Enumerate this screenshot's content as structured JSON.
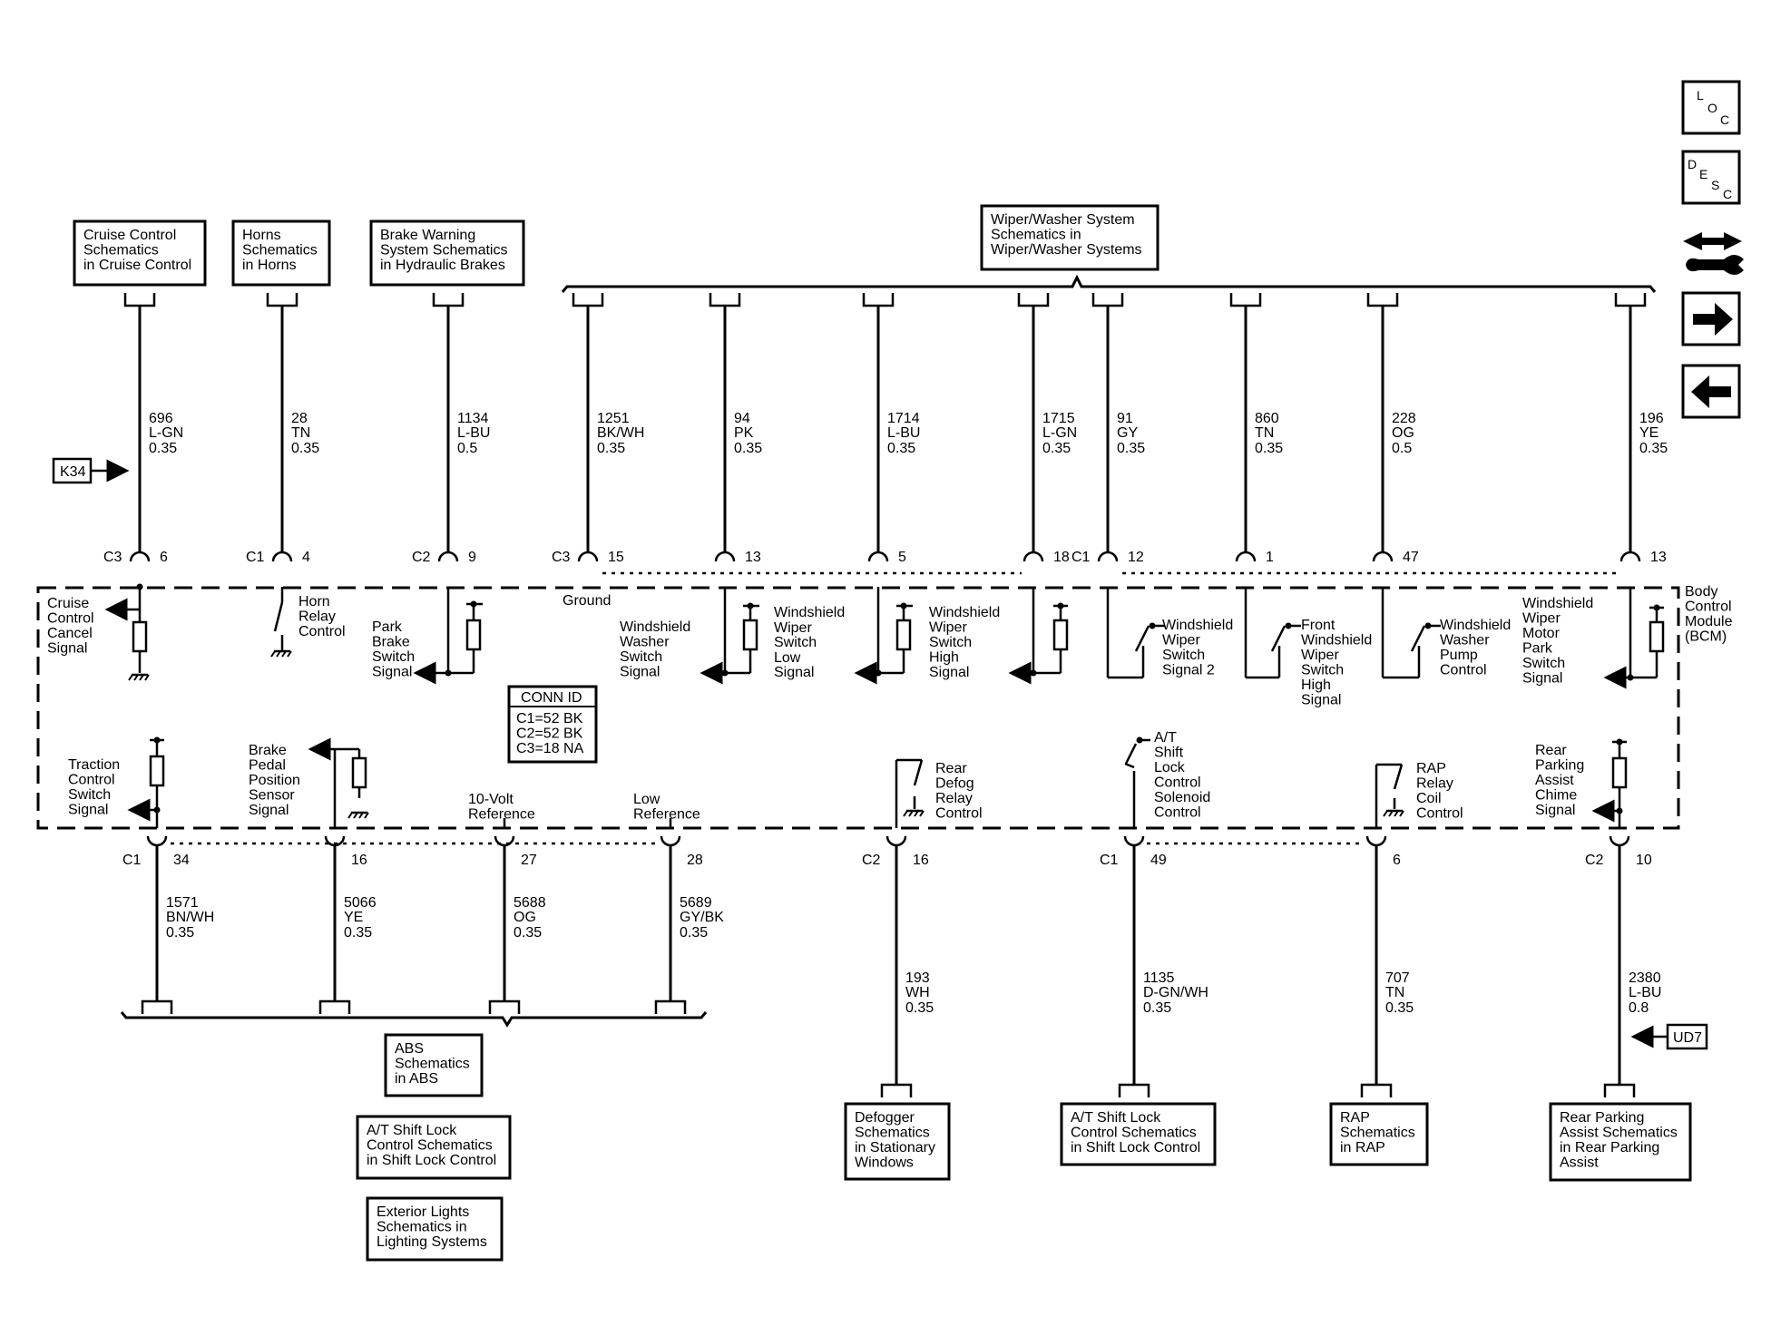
{
  "nav": {
    "loc_label": [
      "L",
      "O",
      "C"
    ],
    "desc_label": [
      "D",
      "E",
      "S",
      "C"
    ],
    "icons": [
      "loc-icon",
      "desc-icon",
      "tool-icon",
      "arrow-right-icon",
      "arrow-left-icon"
    ]
  },
  "refs": {
    "cruise": [
      "Cruise Control",
      "Schematics",
      "in Cruise Control"
    ],
    "horns": [
      "Horns",
      "Schematics",
      "in Horns"
    ],
    "brake": [
      "Brake Warning",
      "System Schematics",
      "in Hydraulic Brakes"
    ],
    "wiper": [
      "Wiper/Washer System",
      "Schematics in",
      "Wiper/Washer Systems"
    ],
    "abs": [
      "ABS",
      "Schematics",
      "in ABS"
    ],
    "shiftlock_left": [
      "A/T Shift Lock",
      "Control Schematics",
      "in Shift Lock Control"
    ],
    "exterior": [
      "Exterior Lights",
      "Schematics in",
      "Lighting Systems"
    ],
    "defogger": [
      "Defogger",
      "Schematics",
      "in Stationary",
      "Windows"
    ],
    "shiftlock": [
      "A/T Shift Lock",
      "Control Schematics",
      "in Shift Lock Control"
    ],
    "rap": [
      "RAP",
      "Schematics",
      "in RAP"
    ],
    "rpa": [
      "Rear Parking",
      "Assist Schematics",
      "in Rear Parking",
      "Assist"
    ]
  },
  "options": {
    "k34": "K34",
    "ud7": "UD7"
  },
  "module": [
    "Body",
    "Control",
    "Module",
    "(BCM)"
  ],
  "conn_id": {
    "title": "CONN ID",
    "lines": [
      "C1=52 BK",
      "C2=52 BK",
      "C3=18 NA"
    ]
  },
  "top_wires": [
    {
      "circuit": "696",
      "color": "L-GN",
      "gauge": "0.35",
      "conn": "C3",
      "pin": "6",
      "label": [
        "Cruise",
        "Control",
        "Cancel",
        "Signal"
      ]
    },
    {
      "circuit": "28",
      "color": "TN",
      "gauge": "0.35",
      "conn": "C1",
      "pin": "4",
      "label": [
        "Horn",
        "Relay",
        "Control"
      ]
    },
    {
      "circuit": "1134",
      "color": "L-BU",
      "gauge": "0.5",
      "conn": "C2",
      "pin": "9",
      "label": [
        "Park",
        "Brake",
        "Switch",
        "Signal"
      ]
    },
    {
      "circuit": "1251",
      "color": "BK/WH",
      "gauge": "0.35",
      "conn": "C3",
      "pin": "15",
      "label": [
        "Ground"
      ]
    },
    {
      "circuit": "94",
      "color": "PK",
      "gauge": "0.35",
      "conn": "",
      "pin": "13",
      "label": [
        "Windshield",
        "Washer",
        "Switch",
        "Signal"
      ]
    },
    {
      "circuit": "1714",
      "color": "L-BU",
      "gauge": "0.35",
      "conn": "",
      "pin": "5",
      "label": [
        "Windshield",
        "Wiper",
        "Switch Low",
        "Signal"
      ]
    },
    {
      "circuit": "1715",
      "color": "L-GN",
      "gauge": "0.35",
      "conn": "",
      "pin": "18",
      "label": [
        "Windshield",
        "Wiper",
        "Switch",
        "High",
        "Signal"
      ]
    },
    {
      "circuit": "91",
      "color": "GY",
      "gauge": "0.35",
      "conn": "C1",
      "pin": "12",
      "label": [
        "Windshield",
        "Wiper",
        "Switch",
        "Signal 2"
      ]
    },
    {
      "circuit": "860",
      "color": "TN",
      "gauge": "0.35",
      "conn": "",
      "pin": "1",
      "label": [
        "Front",
        "Windshield",
        "Wiper",
        "Switch",
        "High",
        "Signal"
      ]
    },
    {
      "circuit": "228",
      "color": "OG",
      "gauge": "0.5",
      "conn": "",
      "pin": "47",
      "label": [
        "Windshield",
        "Washer",
        "Pump",
        "Control"
      ]
    },
    {
      "circuit": "196",
      "color": "YE",
      "gauge": "0.35",
      "conn": "",
      "pin": "13",
      "label": [
        "Windshield",
        "Wiper",
        "Motor",
        "Park",
        "Switch",
        "Signal"
      ]
    }
  ],
  "bottom_wires": [
    {
      "circuit": "1571",
      "color": "BN/WH",
      "gauge": "0.35",
      "conn": "C1",
      "pin": "34",
      "label": [
        "Traction",
        "Control",
        "Switch",
        "Signal"
      ]
    },
    {
      "circuit": "5066",
      "color": "YE",
      "gauge": "0.35",
      "conn": "",
      "pin": "16",
      "label": [
        "Brake",
        "Pedal",
        "Position",
        "Sensor",
        "Signal"
      ]
    },
    {
      "circuit": "5688",
      "color": "OG",
      "gauge": "0.35",
      "conn": "",
      "pin": "27",
      "label": [
        "10-Volt",
        "Reference"
      ]
    },
    {
      "circuit": "5689",
      "color": "GY/BK",
      "gauge": "0.35",
      "conn": "",
      "pin": "28",
      "label": [
        "Low",
        "Reference"
      ]
    },
    {
      "circuit": "193",
      "color": "WH",
      "gauge": "0.35",
      "conn": "C2",
      "pin": "16",
      "label": [
        "Rear",
        "Defog",
        "Relay",
        "Control"
      ]
    },
    {
      "circuit": "1135",
      "color": "D-GN/WH",
      "gauge": "0.35",
      "conn": "C1",
      "pin": "49",
      "label": [
        "A/T",
        "Shift",
        "Lock",
        "Control",
        "Solenoid",
        "Control"
      ]
    },
    {
      "circuit": "707",
      "color": "TN",
      "gauge": "0.35",
      "conn": "",
      "pin": "6",
      "label": [
        "RAP",
        "Relay",
        "Coil",
        "Control"
      ]
    },
    {
      "circuit": "2380",
      "color": "L-BU",
      "gauge": "0.8",
      "conn": "C2",
      "pin": "10",
      "label": [
        "Rear",
        "Parking",
        "Assist",
        "Chime",
        "Signal"
      ]
    }
  ]
}
